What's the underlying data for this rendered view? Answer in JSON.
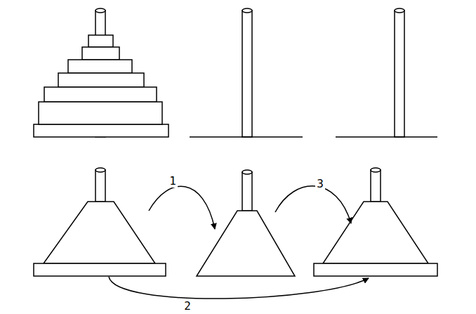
{
  "diagram": {
    "labels": [
      "1",
      "3",
      "2"
    ]
  }
}
